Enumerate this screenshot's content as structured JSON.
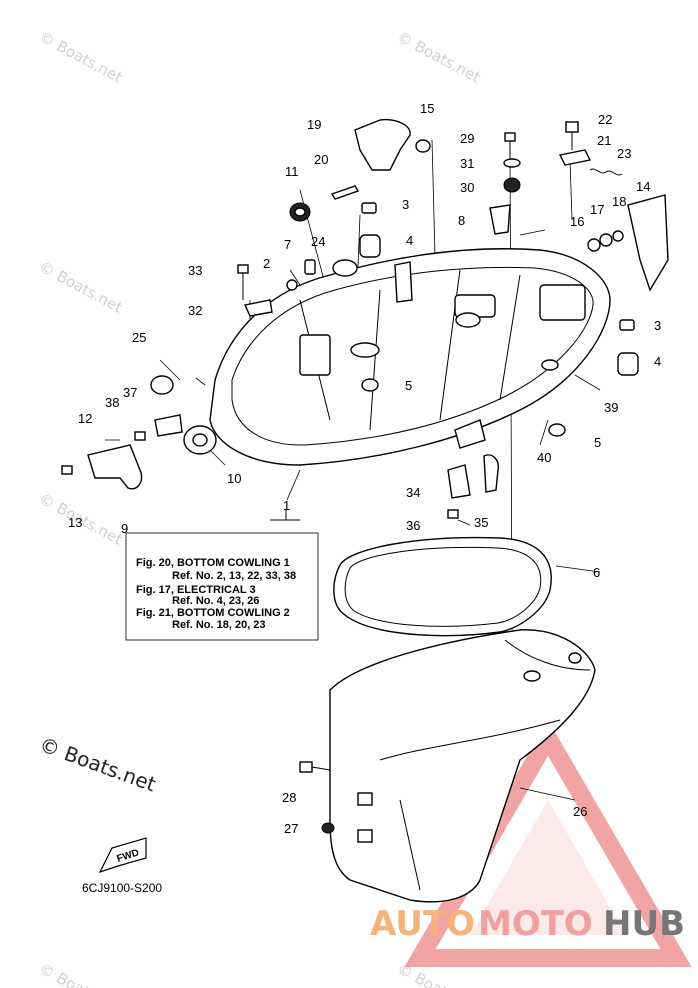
{
  "watermark": {
    "text": "© Boats.net",
    "copyright_label": "© Boats.net"
  },
  "callouts": {
    "c1": "1",
    "c2": "2",
    "c3a": "3",
    "c3b": "3",
    "c4a": "4",
    "c4b": "4",
    "c5a": "5",
    "c5b": "5",
    "c6": "6",
    "c7": "7",
    "c8": "8",
    "c9": "9",
    "c10": "10",
    "c11": "11",
    "c12": "12",
    "c13": "13",
    "c14": "14",
    "c15": "15",
    "c16": "16",
    "c17": "17",
    "c18": "18",
    "c19": "19",
    "c20": "20",
    "c21": "21",
    "c22": "22",
    "c23": "23",
    "c24": "24",
    "c25": "25",
    "c26": "26",
    "c27": "27",
    "c28": "28",
    "c29": "29",
    "c30": "30",
    "c31": "31",
    "c32": "32",
    "c33": "33",
    "c34": "34",
    "c35": "35",
    "c36": "36",
    "c37": "37",
    "c38": "38",
    "c39": "39",
    "c40": "40"
  },
  "reference_box": {
    "line1": "Fig. 20, BOTTOM COWLING 1",
    "line2": "Ref. No. 2, 13, 22, 33, 38",
    "line3": "Fig. 17, ELECTRICAL 3",
    "line4": "Ref. No. 4, 23, 26",
    "line5": "Fig. 21, BOTTOM COWLING 2",
    "line6": "Ref. No. 18, 20, 23"
  },
  "fwd_label": "FWD",
  "diagram_code": "6CJ9100-S200",
  "logo": {
    "part1": "AUTO",
    "part2": "MOTO",
    "part3": "HUB",
    "color_auto": "#f5b27a",
    "color_moto": "#f0a0a0",
    "color_hub": "#777777",
    "triangle_color": "#e85a5a"
  }
}
